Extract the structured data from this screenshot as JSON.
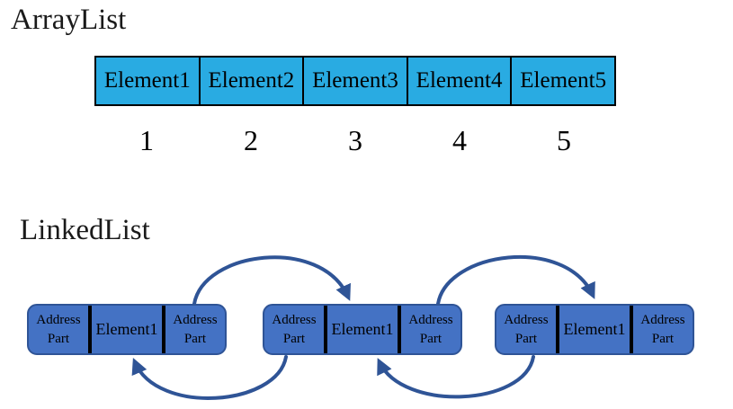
{
  "arraylist": {
    "title": "ArrayList",
    "cells": [
      "Element1",
      "Element2",
      "Element3",
      "Element4",
      "Element5"
    ],
    "indices": [
      "1",
      "2",
      "3",
      "4",
      "5"
    ]
  },
  "linkedlist": {
    "title": "LinkedList",
    "nodes": [
      {
        "address_left": "Address Part",
        "element": "Element1",
        "address_right": "Address Part"
      },
      {
        "address_left": "Address Part",
        "element": "Element1",
        "address_right": "Address Part"
      },
      {
        "address_left": "Address Part",
        "element": "Element1",
        "address_right": "Address Part"
      }
    ]
  },
  "colors": {
    "array_cell_fill": "#29ABE2",
    "node_fill": "#4472C4",
    "node_border": "#2F5496",
    "arrow": "#2F5496",
    "divider": "#000000"
  }
}
